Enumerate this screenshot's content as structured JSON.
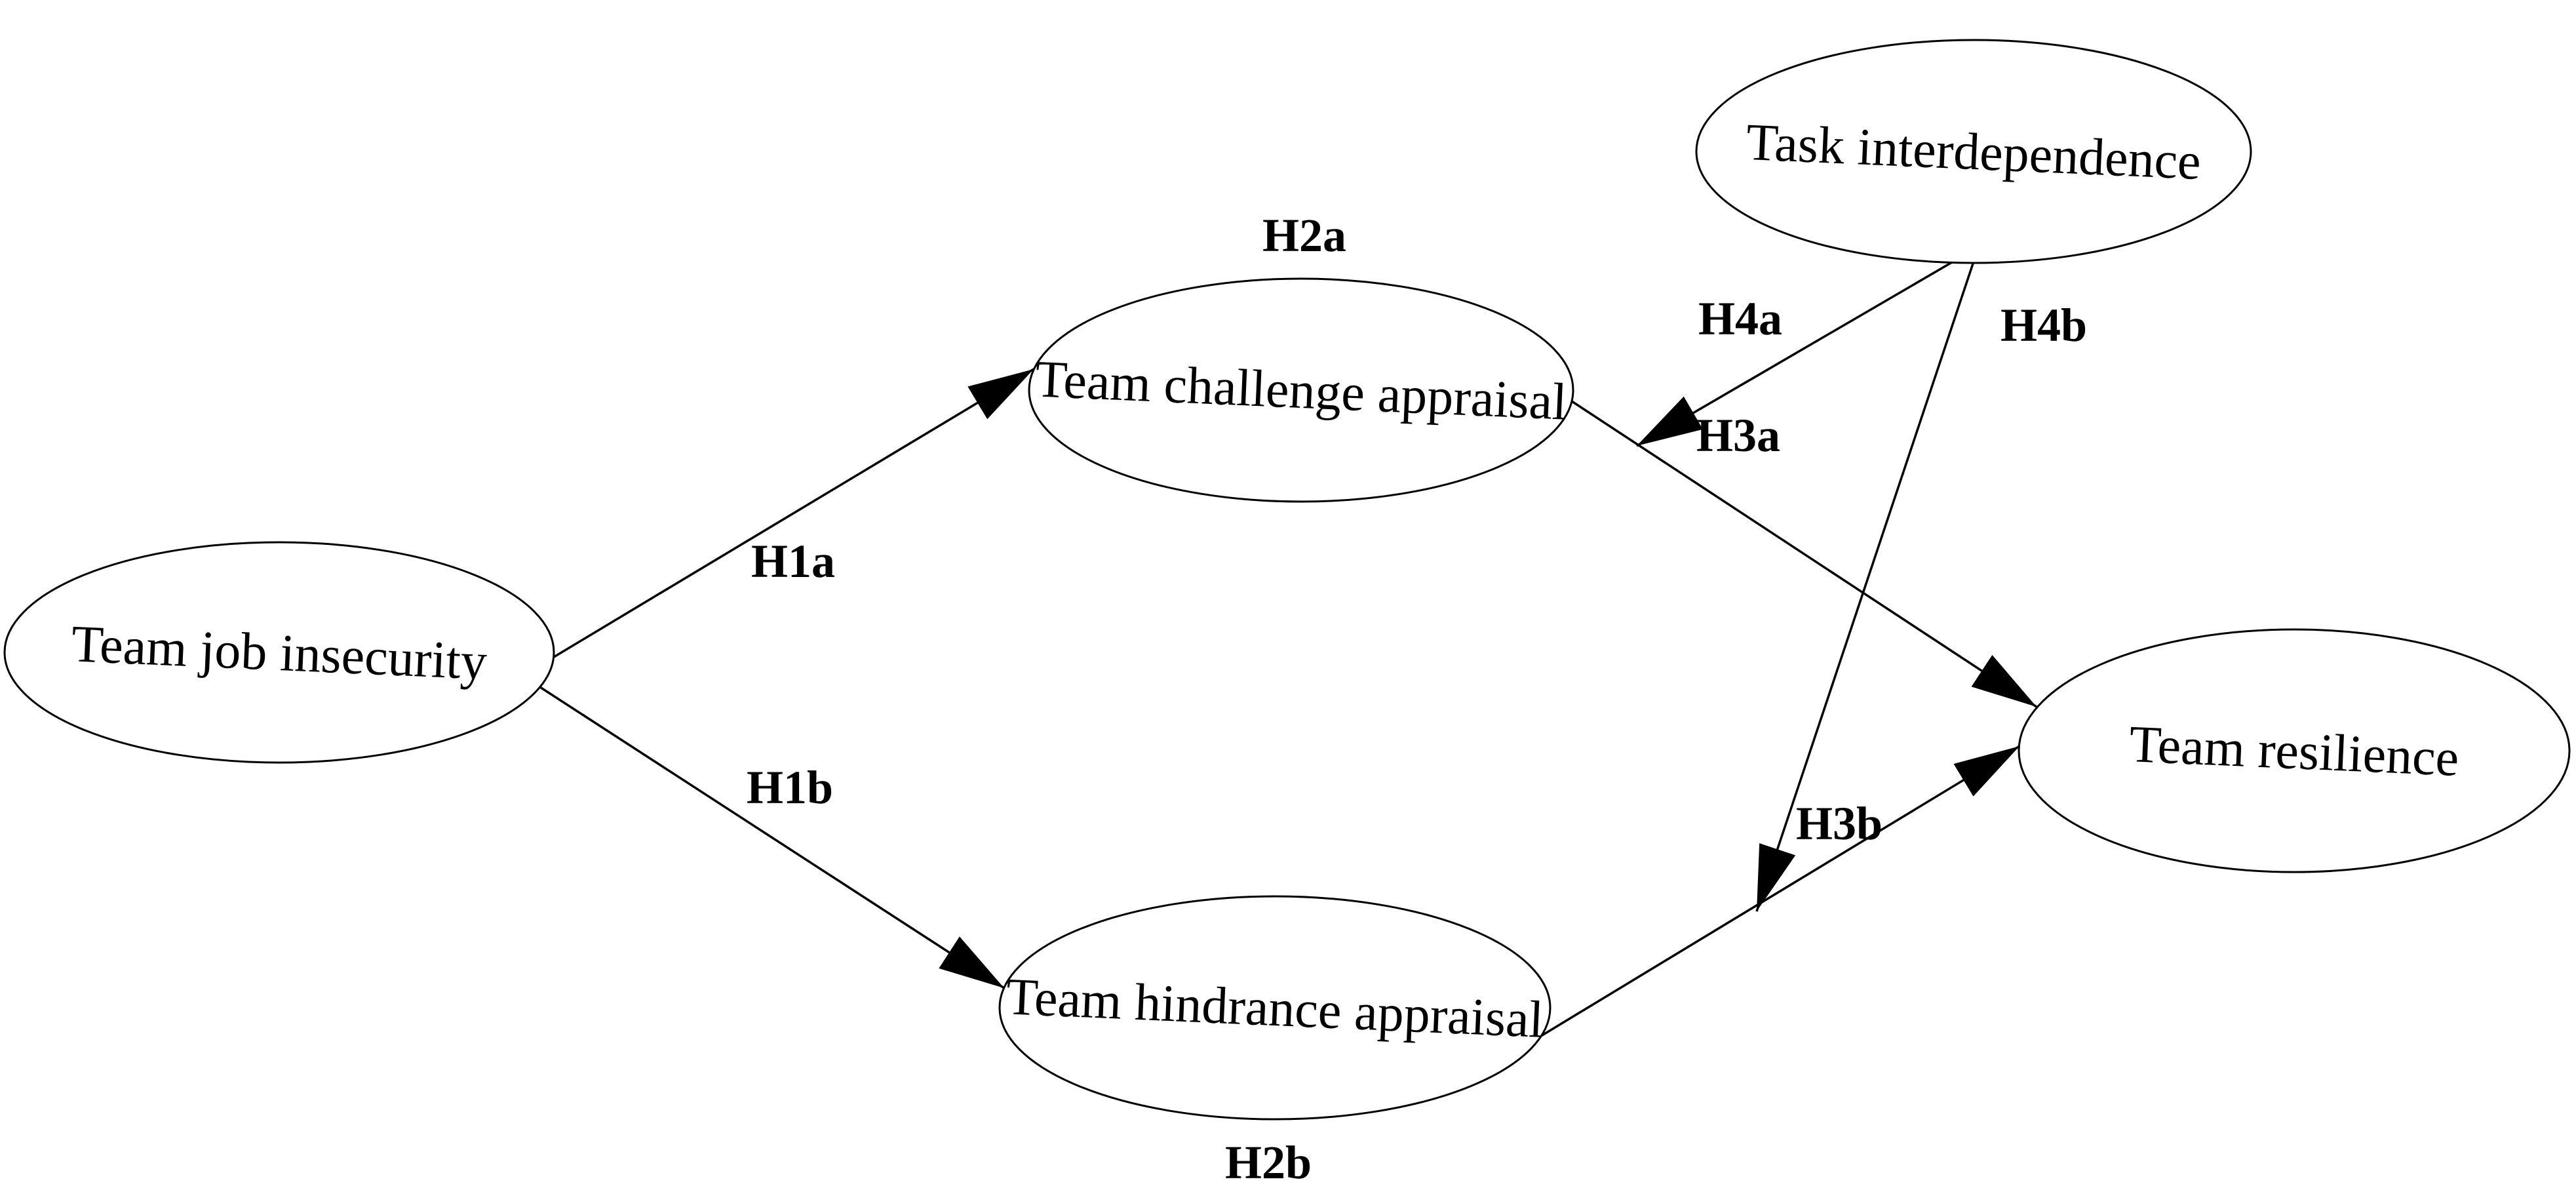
{
  "diagram": {
    "background_color": "#ffffff",
    "stroke_color": "#000000",
    "nodes": {
      "job_insecurity": {
        "label": "Team job insecurity"
      },
      "challenge_appraisal": {
        "label": "Team challenge appraisal"
      },
      "hindrance_appraisal": {
        "label": "Team hindrance appraisal"
      },
      "task_interdependence": {
        "label": "Task interdependence"
      },
      "resilience": {
        "label": "Team resilience"
      }
    },
    "hypothesis_labels": {
      "h1a": "H1a",
      "h1b": "H1b",
      "h2a": "H2a",
      "h2b": "H2b",
      "h3a": "H3a",
      "h3b": "H3b",
      "h4a": "H4a",
      "h4b": "H4b"
    },
    "edges": [
      {
        "from": "Team job insecurity",
        "to": "Team challenge appraisal",
        "nearby_label": "H1a"
      },
      {
        "from": "Team job insecurity",
        "to": "Team hindrance appraisal",
        "nearby_label": "H1b"
      },
      {
        "from": "Team challenge appraisal",
        "to": "Team resilience",
        "nearby_labels": [
          "H2a",
          "H3a"
        ]
      },
      {
        "from": "Team hindrance appraisal",
        "to": "Team resilience",
        "nearby_labels": [
          "H2b",
          "H3b"
        ]
      },
      {
        "from": "Task interdependence",
        "to": "challenge-to-resilience path",
        "nearby_label": "H4a"
      },
      {
        "from": "Task interdependence",
        "to": "hindrance-to-resilience path",
        "nearby_label": "H4b"
      }
    ]
  }
}
